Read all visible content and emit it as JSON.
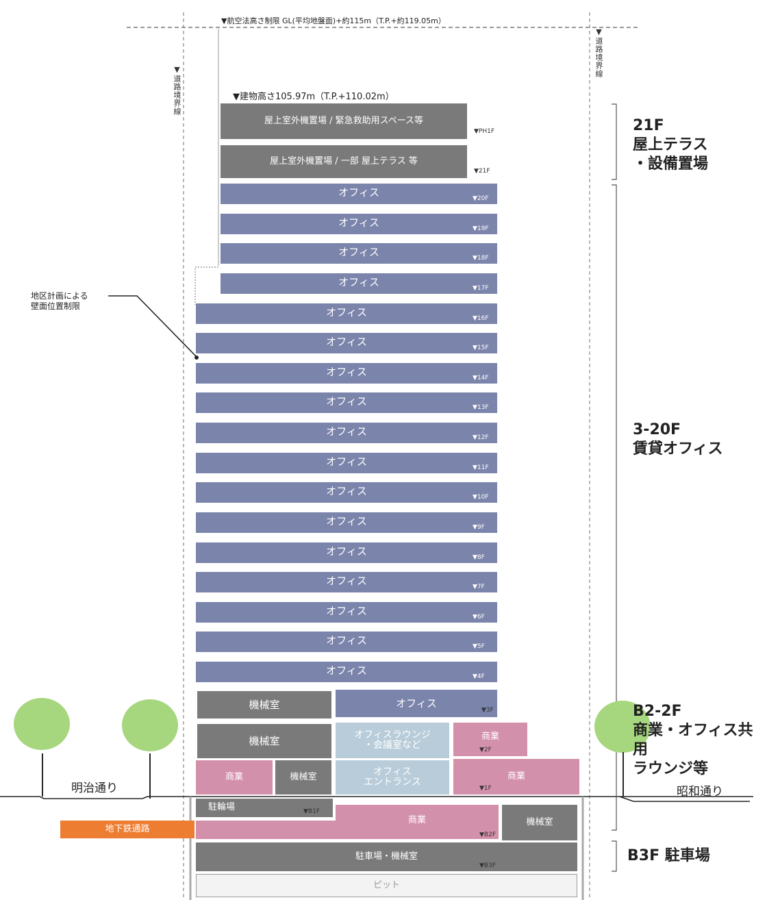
{
  "aviation_limit": "▼航空法高さ制限 GL(平均地盤面)+約115m（T.P.+約119.05m）",
  "building_height": "▼建物高さ105.97m（T.P.+110.02m）",
  "road_boundary_left": "▼道路境界線",
  "road_boundary_right": "▼道路境界線",
  "wall_limit_note": "地区計画による\n壁面位置制限",
  "roof": {
    "ph1f_label": "屋上室外機置場 / 緊急救助用スペース等",
    "f21_label": "屋上室外機置場 / 一部 屋上テラス 等"
  },
  "office_label": "オフィス",
  "office_floor_marks": [
    "▼20F",
    "▼19F",
    "▼18F",
    "▼17F",
    "▼16F",
    "▼15F",
    "▼14F",
    "▼13F",
    "▼12F",
    "▼11F",
    "▼10F",
    "▼9F",
    "▼8F",
    "▼7F",
    "▼6F",
    "▼5F",
    "▼4F"
  ],
  "floor_marks": {
    "ph1f": "▼PH1F",
    "f21": "▼21F",
    "f3": "▼3F",
    "f2": "▼2F",
    "f1": "▼1F",
    "b1f": "▼B1F",
    "b2f": "▼B2F",
    "b3f": "▼B3F"
  },
  "lower": {
    "f3_machine": "機械室",
    "f3_office": "オフィス",
    "f2_machine": "機械室",
    "f2_lounge": "オフィスラウンジ\n・会議室など",
    "f2_shop": "商業",
    "f1_shop_left": "商業",
    "f1_machine": "機械室",
    "f1_entrance": "オフィス\nエントランス",
    "f1_shop_right": "商業",
    "b1_bicycle": "駐輪場",
    "b2_shop": "商業",
    "b2_machine": "機械室",
    "subway": "地下鉄通路",
    "b3_parking": "駐車場・機械室",
    "pit": "ピット"
  },
  "streets": {
    "left": "明治通り",
    "right": "昭和通り"
  },
  "summary": {
    "top": "21F\n屋上テラス\n・設備置場",
    "middle": "3-20F\n賃貸オフィス",
    "lower": "B2-2F\n商業・オフィス共用\nラウンジ等",
    "bottom": "B3F 駐車場"
  },
  "colors": {
    "office": "#7b84ab",
    "equipment": "#7a7a7a",
    "commercial": "#d390ab",
    "lounge": "#b8ccd9",
    "subway": "#ed7d31",
    "tree": "#a6d67e"
  }
}
